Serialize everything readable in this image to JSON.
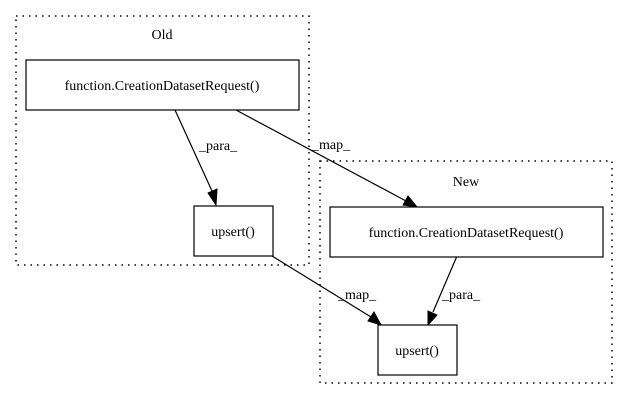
{
  "clusters": {
    "old": {
      "label": "Old"
    },
    "new": {
      "label": "New"
    }
  },
  "nodes": {
    "old_request": {
      "label": "function.CreationDatasetRequest()"
    },
    "old_upsert": {
      "label": "upsert()"
    },
    "new_request": {
      "label": "function.CreationDatasetRequest()"
    },
    "new_upsert": {
      "label": "upsert()"
    }
  },
  "edges": {
    "old_para": {
      "label": "_para_"
    },
    "cross_map_top": {
      "label": "_map_"
    },
    "cross_map_bottom": {
      "label": "_map_"
    },
    "new_para": {
      "label": "_para_"
    }
  }
}
